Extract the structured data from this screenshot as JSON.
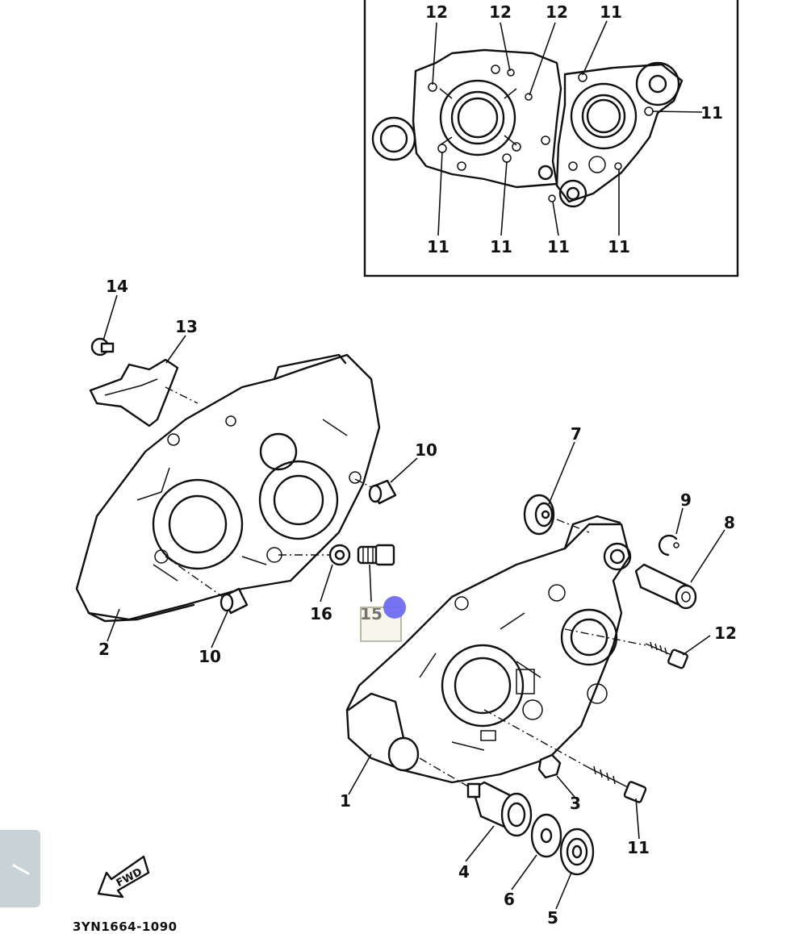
{
  "diagram": {
    "part_code": "3YN1664-1090",
    "fwd_label": "FWD",
    "inset_labels": {
      "top": [
        "12",
        "12",
        "12",
        "11"
      ],
      "right": "11",
      "bottom": [
        "11",
        "11",
        "11",
        "11"
      ]
    },
    "part_labels": {
      "p1": "1",
      "p2": "2",
      "p3": "3",
      "p4": "4",
      "p5": "5",
      "p6": "6",
      "p7": "7",
      "p8": "8",
      "p9": "9",
      "p10a": "10",
      "p10b": "10",
      "p11": "11",
      "p12": "12",
      "p13": "13",
      "p14": "14",
      "p15": "15",
      "p16": "16"
    }
  },
  "colors": {
    "ink": "#111111",
    "touch_indicator": "#6f6cf2",
    "side_tab": "#c9d2d6",
    "highlight_box": "#b9b9a8"
  },
  "icons": {
    "side_tab": "chevron-left-icon",
    "fwd": "fwd-arrow-icon"
  }
}
